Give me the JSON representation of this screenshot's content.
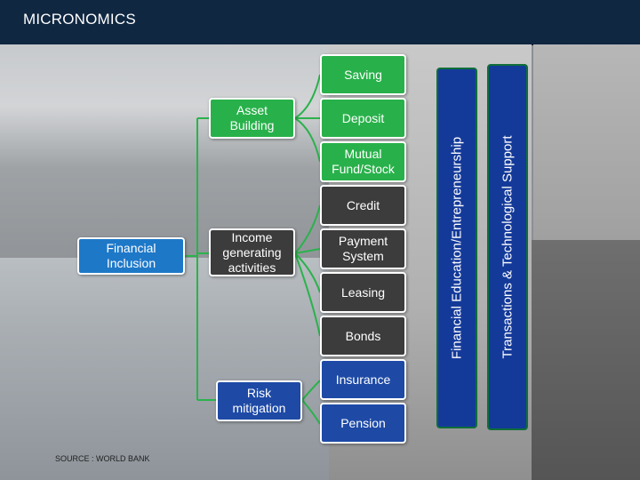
{
  "title": "MICRONOMICS",
  "nodes": {
    "financial_inclusion": "Financial\nInclusion",
    "asset_building": "Asset\nBuilding",
    "income_generating": "Income\ngenerating\nactivities",
    "risk_mitigation": "Risk\nmitigation",
    "saving": "Saving",
    "deposit": "Deposit",
    "mutual_fund": "Mutual\nFund/Stock",
    "credit": "Credit",
    "payment_system": "Payment\nSystem",
    "leasing": "Leasing",
    "bonds": "Bonds",
    "insurance": "Insurance",
    "pension": "Pension"
  },
  "side_bars": {
    "education": "Financial Education/Entrepreneurship",
    "transactions": "Transactions & Technological Support"
  },
  "source": "SOURCE : WORLD BANK",
  "colors": {
    "title_bar": "#0f2741",
    "green": "#28b14a",
    "dark": "#3c3c3c",
    "blue": "#1e4aa6",
    "light_blue": "#1e78c8"
  }
}
